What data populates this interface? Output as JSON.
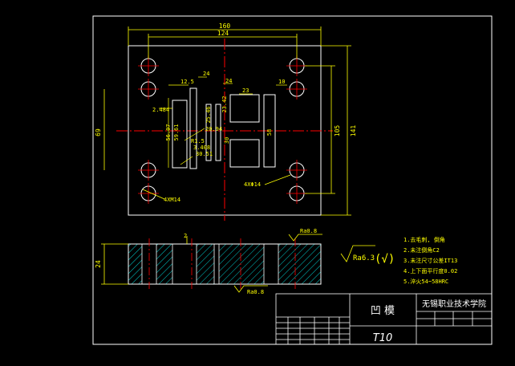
{
  "colors": {
    "background": "#000000",
    "outline": "#ffffff",
    "dimension": "#ffff00",
    "centerline": "#ff0000",
    "hatch": "#00ffff",
    "frame": "#ffffff"
  },
  "plan_view": {
    "dims": {
      "overall_width": "160",
      "hole_spacing_x": "124",
      "height_left": "69",
      "height_right_inner": "105",
      "height_right_outer": "141",
      "d_23": "23",
      "d_10": "10",
      "d_24a": "24",
      "d_24b": "24",
      "d_125": "12.5",
      "d_484": "2.484",
      "d_5607": "56.07",
      "d_5961": "59.61",
      "d_2546": "25.46",
      "d_2342": "23.42",
      "d_58": "58",
      "d_3051": "30.51",
      "d_3408": "3.408",
      "d_2094": "20.94",
      "d_r": "R1.5",
      "d_30": "30"
    },
    "callouts": {
      "tapped_holes": "4XM14",
      "through_holes": "4XΦ14"
    }
  },
  "section_view": {
    "dims": {
      "thickness": "24",
      "depth": "2"
    },
    "roughness_top": "Ra0.8",
    "roughness_bottom": "Ra0.8"
  },
  "general_roughness": {
    "value": "Ra6.3",
    "symbol": "(√)"
  },
  "notes": [
    "1.去毛刺, 倒角",
    "2.未注倒角C2",
    "3.未注尺寸公差IT13",
    "4.上下面平行度0.02",
    "5.淬火54~58HRC"
  ],
  "title_block": {
    "part_name": "凹 模",
    "school": "无锡职业技术学院",
    "drawing_code": "T10"
  }
}
